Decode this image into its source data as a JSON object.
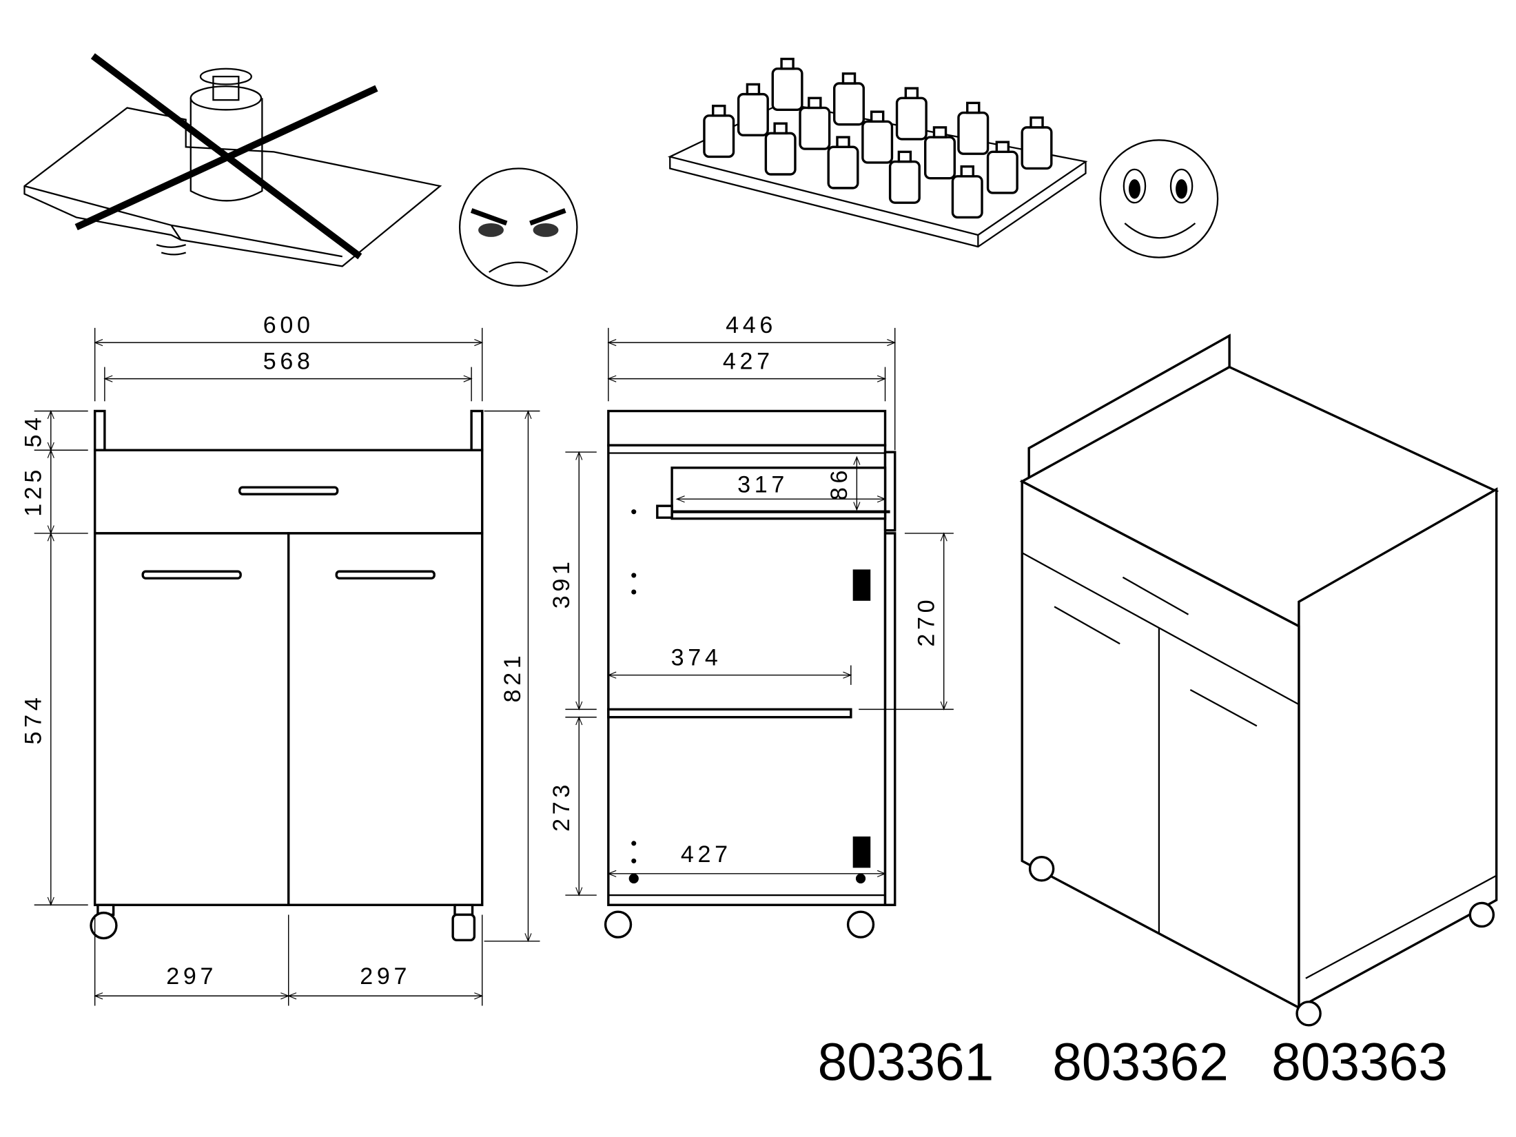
{
  "front_view": {
    "dims": {
      "overall_width": "600",
      "inner_width": "568",
      "top_rail_height": "54",
      "drawer_height": "125",
      "door_height": "574",
      "overall_height": "821",
      "left_door_width": "297",
      "right_door_width": "297"
    }
  },
  "side_view": {
    "dims": {
      "overall_depth": "446",
      "body_depth": "427",
      "drawer_depth": "317",
      "drawer_inner_height": "86",
      "upper_compartment_height": "391",
      "door_hinge_spacing": "270",
      "shelf_depth": "374",
      "lower_compartment_height": "273",
      "bottom_depth": "427"
    }
  },
  "product_codes": [
    "803361",
    "803362",
    "803363"
  ],
  "icons": [
    "wrong-load-icon",
    "angry-face-icon",
    "correct-load-icon",
    "smiley-face-icon"
  ]
}
